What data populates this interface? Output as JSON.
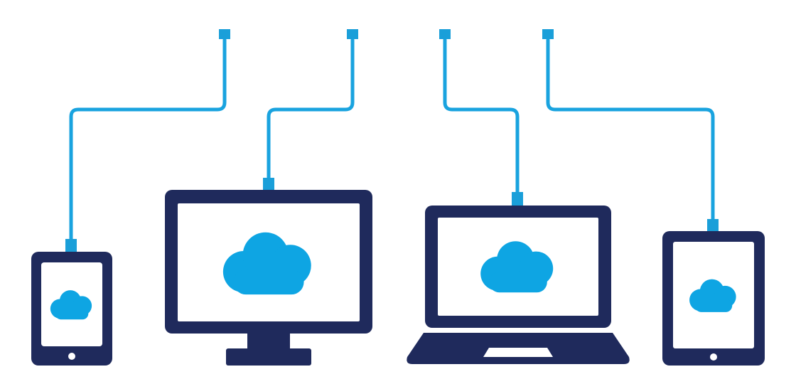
{
  "illustration": {
    "theme": "devices-connected-to-cloud",
    "colors": {
      "background": "#ffffff",
      "device_frame": "#1f2a5c",
      "screen": "#ffffff",
      "cable": "#19a3df",
      "connector": "#1a9fd9",
      "cloud": "#0ea5e3"
    },
    "devices": [
      {
        "kind": "smartphone",
        "icon": "cloud-icon"
      },
      {
        "kind": "desktop-monitor",
        "icon": "cloud-icon"
      },
      {
        "kind": "laptop",
        "icon": "cloud-icon"
      },
      {
        "kind": "tablet",
        "icon": "cloud-icon"
      }
    ]
  }
}
